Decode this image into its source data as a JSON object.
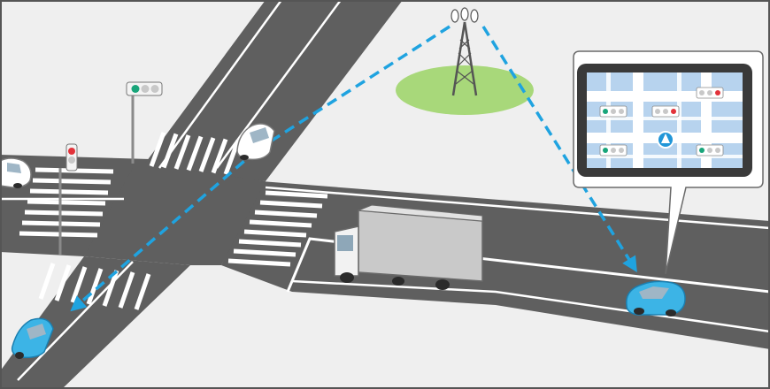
{
  "scene": {
    "description_labels": [],
    "colors": {
      "background": "#efefef",
      "road": "#5f5f5f",
      "road_dark": "#4f4f4f",
      "lane_line": "#ffffff",
      "signal_link": "#1fa3e0",
      "grass": "#a8d87a",
      "tower": "#555555",
      "truck_body": "#c9c9c9",
      "car_blue": "#3cb4e6",
      "car_white": "#ffffff",
      "map_bg": "#b7d3ee",
      "map_road": "#ffffff",
      "bezel": "#3a3a3a",
      "signal_green": "#19a57a",
      "signal_red": "#e2323a",
      "signal_off": "#c8c8c8",
      "position_marker": "#2196d8"
    },
    "icons": {
      "cell_tower": "cell-tower-icon",
      "truck": "truck-icon",
      "car": "car-icon",
      "traffic_light": "traffic-light-icon",
      "navigation_marker": "navigation-arrow-icon"
    },
    "map_signals": [
      {
        "id": "signal-1",
        "state": "red"
      },
      {
        "id": "signal-2",
        "state": "green"
      },
      {
        "id": "signal-3",
        "state": "red"
      },
      {
        "id": "signal-4",
        "state": "green"
      },
      {
        "id": "signal-5",
        "state": "green"
      }
    ],
    "street_signals": [
      {
        "id": "overhead-signal",
        "state": "green"
      },
      {
        "id": "pole-signal",
        "state": "red"
      }
    ],
    "vehicles": [
      {
        "id": "truck",
        "color": "gray"
      },
      {
        "id": "car-blue-right",
        "color": "blue"
      },
      {
        "id": "car-blue-left",
        "color": "blue"
      },
      {
        "id": "car-white-top",
        "color": "white"
      },
      {
        "id": "car-white-left",
        "color": "white"
      }
    ]
  }
}
